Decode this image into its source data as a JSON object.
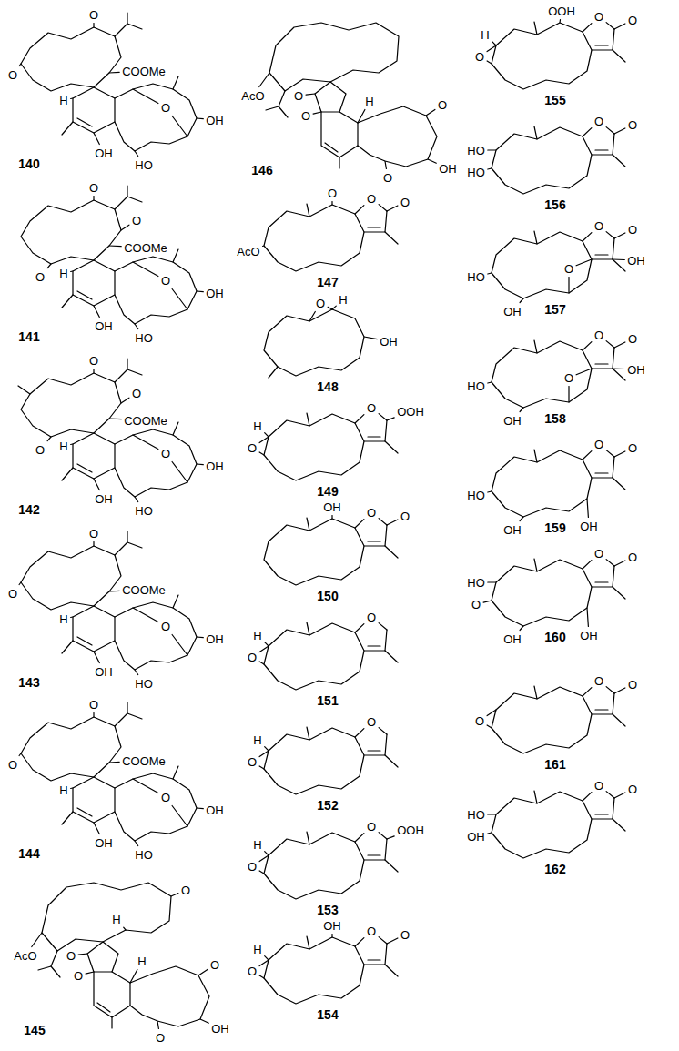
{
  "diagram": {
    "labels": [
      "O",
      "O",
      "COOMe",
      "H",
      "OH",
      "O",
      "OH",
      "HO",
      "140",
      "O",
      "O",
      "O",
      "COOMe",
      "H",
      "OH",
      "O",
      "OH",
      "HO",
      "141",
      "O",
      "O",
      "O",
      "COOMe",
      "H",
      "OH",
      "O",
      "OH",
      "HO",
      "142",
      "O",
      "O",
      "COOMe",
      "H",
      "OH",
      "O",
      "OH",
      "HO",
      "143",
      "O",
      "O",
      "COOMe",
      "H",
      "OH",
      "O",
      "OH",
      "HO",
      "144",
      "AcO",
      "O",
      "O",
      "O",
      "H",
      "H",
      "O",
      "O",
      "OH",
      "145",
      "AcO",
      "O",
      "O",
      "H",
      "O",
      "O",
      "OH",
      "146",
      "AcO",
      "O",
      "O",
      "O",
      "147",
      "O",
      "H",
      "OH",
      "148",
      "H",
      "O",
      "O",
      "OOH",
      "149",
      "OH",
      "O",
      "O",
      "150",
      "H",
      "O",
      "O",
      "151",
      "H",
      "O",
      "O",
      "152",
      "H",
      "O",
      "O",
      "OOH",
      "153",
      "OH",
      "H",
      "O",
      "O",
      "O",
      "154",
      "OOH",
      "H",
      "O",
      "O",
      "O",
      "155",
      "HO",
      "HO",
      "O",
      "O",
      "156",
      "O",
      "O",
      "OH",
      "HO",
      "OH",
      "O",
      "157",
      "O",
      "O",
      "OH",
      "HO",
      "OH",
      "O",
      "158",
      "O",
      "O",
      "HO",
      "OH",
      "OH",
      "159",
      "O",
      "O",
      "HO",
      "O",
      "OH",
      "OH",
      "160",
      "O",
      "O",
      "O",
      "161",
      "O",
      "O",
      "HO",
      "OH",
      "162"
    ]
  }
}
